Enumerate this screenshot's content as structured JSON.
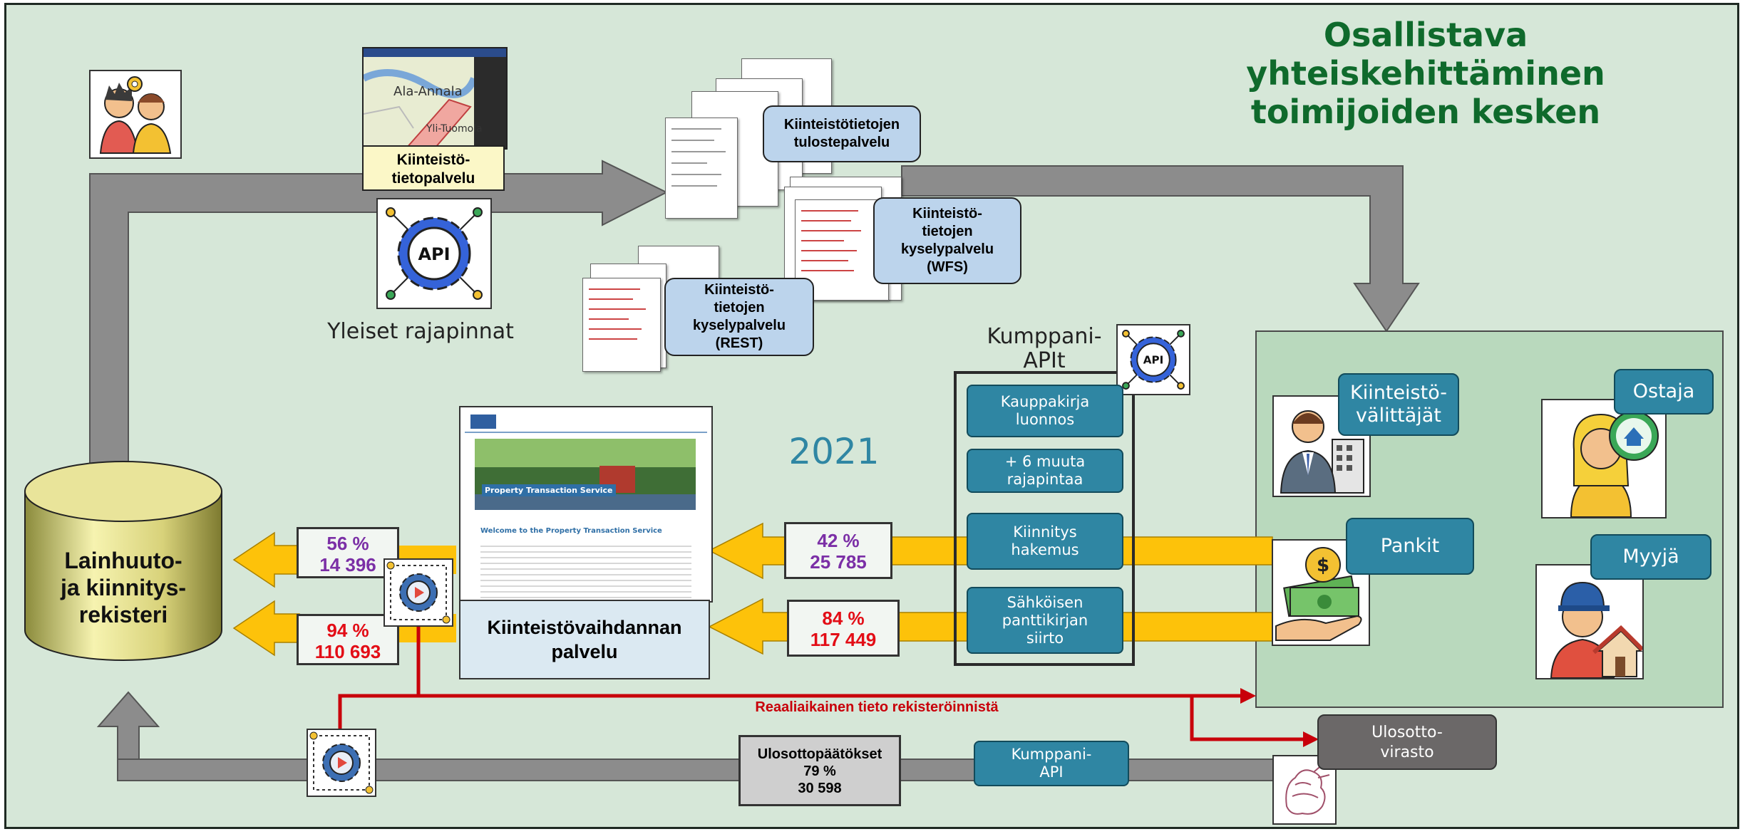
{
  "title": "Osallistava yhteiskehittäminen toimijoiden kesken",
  "kiinteistotietopalvelu": "Kiinteistö-\ntietopalvelu",
  "map_labels": [
    "Ala-Annala",
    "Yli-Tuomola"
  ],
  "yleiset_rajapinnat": "Yleiset rajapinnat",
  "services": {
    "tulostepalvelu": "Kiinteistötietojen tulostepalvelu",
    "wfs": "Kiinteistö-\ntietojen\nkyselypalvelu\n(WFS)",
    "rest": "Kiinteistö-\ntietojen\nkyselypalvelu\n(REST)"
  },
  "kumppani_apit": "Kumppani-\nAPIt",
  "year": "2021",
  "api_buttons": [
    "Kauppakirja luonnos",
    "+ 6 muuta rajapintaa",
    "Kiinnitys hakemus",
    "Sähköisen panttikirjan siirto"
  ],
  "register": "Lainhuuto-\nja kiinnitys-\nrekisteri",
  "stats": {
    "left_top_pct": "56 %",
    "left_top_count": "14 396",
    "left_bottom_pct": "94 %",
    "left_bottom_count": "110 693",
    "right_top_pct": "42 %",
    "right_top_count": "25 785",
    "right_bottom_pct": "84 %",
    "right_bottom_count": "117 449"
  },
  "web_page": {
    "banner_title": "Property Transaction Service",
    "welcome": "Welcome to the Property Transaction Service"
  },
  "kiinteistovaihdannan_palvelu": "Kiinteistövaihdannan palvelu",
  "actors": {
    "kiinteistovalittajat": "Kiinteistö-\nvälittäjät",
    "ostaja": "Ostaja",
    "pankit": "Pankit",
    "myyja": "Myyjä"
  },
  "realtime": "Reaaliaikainen tieto rekisteröinnistä",
  "ulosotto": {
    "title": "Ulosottopäätökset",
    "pct": "79  %",
    "count": "30 598"
  },
  "kumppani_api": "Kumppani-\nAPI",
  "ulosottovirasto": "Ulosotto-\nvirasto",
  "icons": {
    "api_gear": "api-gear-icon",
    "meeting": "people-meeting-icon",
    "process": "process-gear-icon",
    "agent": "real-estate-agent-icon",
    "bank": "money-hand-icon",
    "buyer": "buyer-house-icon",
    "seller": "seller-house-icon",
    "emblem": "lion-emblem-icon"
  },
  "colors": {
    "background": "#d6e7d8",
    "title_green": "#0f6a2c",
    "arrow_grey": "#8c8c8c",
    "arrow_yellow": "#fdc20a",
    "teal": "#2f86a3",
    "red_line": "#c8000a",
    "actor_panel": "#b9d9bd"
  }
}
